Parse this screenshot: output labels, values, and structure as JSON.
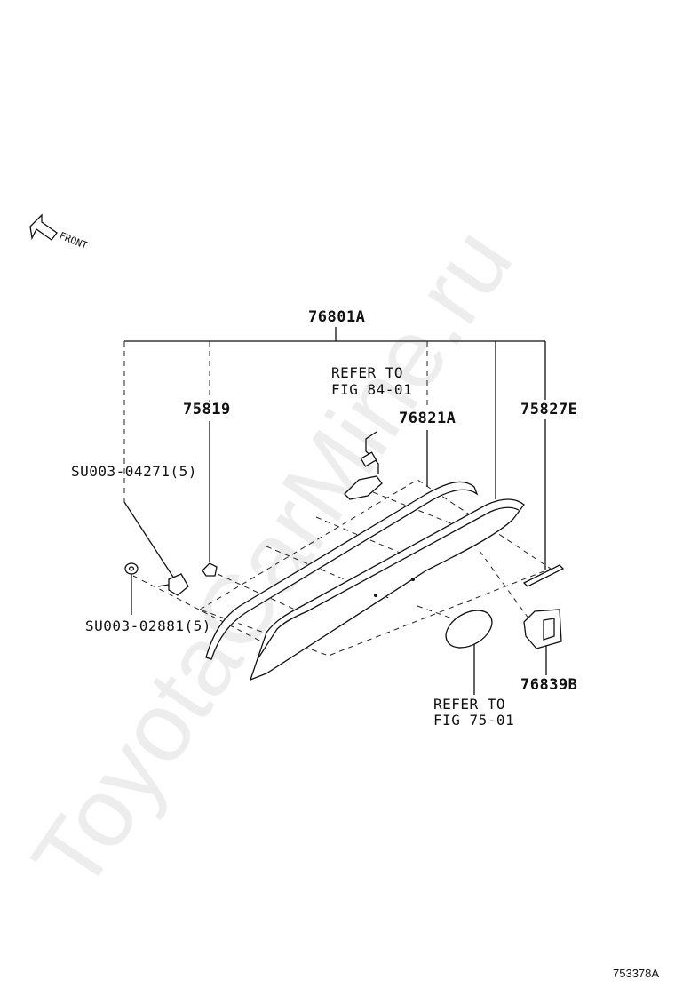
{
  "front_label": "FRONT",
  "watermark": "ToyotaCarMine.ru",
  "figure_id": "753378A",
  "parts": {
    "main_assembly": "76801A",
    "clip": "75819",
    "garnish": "76821A",
    "tape": "75827E",
    "screw": "SU003-04271(5)",
    "nut": "SU003-02881(5)",
    "bracket": "76839B"
  },
  "refs": {
    "lamp_line1": "REFER TO",
    "lamp_line2": "FIG 84-01",
    "emblem_line1": "REFER TO",
    "emblem_line2": "FIG 75-01"
  }
}
